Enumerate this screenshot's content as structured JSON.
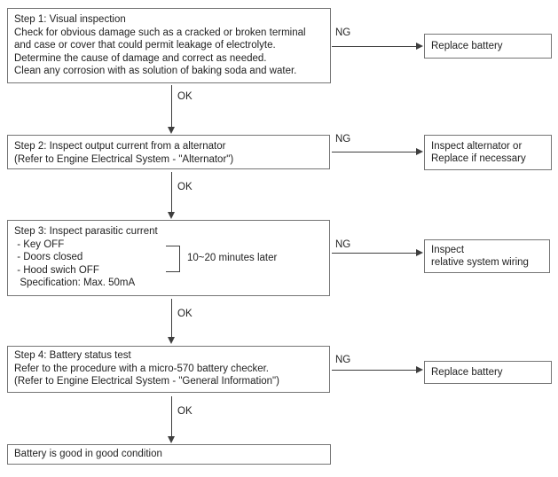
{
  "colors": {
    "background": "#ffffff",
    "box_border": "#757575",
    "text": "#222222",
    "arrow": "#3e3e3e"
  },
  "flow": {
    "steps": [
      {
        "id": "step1",
        "lines": [
          "Step 1: Visual inspection",
          "Check for obvious damage such as a cracked or broken terminal",
          "and case or cover that could permit leakage of electrolyte.",
          "Determine the cause of damage and correct as needed.",
          "Clean any corrosion with as solution of baking soda and water."
        ],
        "ng_label": "NG",
        "ok_label": "OK",
        "result_lines": [
          "Replace battery"
        ]
      },
      {
        "id": "step2",
        "lines": [
          "Step 2: Inspect output current from a alternator",
          "(Refer to Engine Electrical System - \"Alternator\")"
        ],
        "ng_label": "NG",
        "ok_label": "OK",
        "result_lines": [
          "Inspect alternator or",
          "Replace if necessary"
        ]
      },
      {
        "id": "step3",
        "lines": [
          "Step 3: Inspect parasitic current",
          " - Key OFF",
          " - Doors closed",
          " - Hood swich OFF",
          "  Specification: Max. 50mA"
        ],
        "bracket_note": "10~20 minutes later",
        "ng_label": "NG",
        "ok_label": "OK",
        "result_lines": [
          "Inspect",
          "relative system wiring"
        ]
      },
      {
        "id": "step4",
        "lines": [
          "Step 4: Battery status test",
          "Refer to the procedure with a micro-570 battery checker.",
          "(Refer to Engine Electrical System - \"General Information\")"
        ],
        "ng_label": "NG",
        "ok_label": "OK",
        "result_lines": [
          "Replace battery"
        ]
      }
    ],
    "final": {
      "lines": [
        "Battery is good in good condition"
      ]
    }
  }
}
